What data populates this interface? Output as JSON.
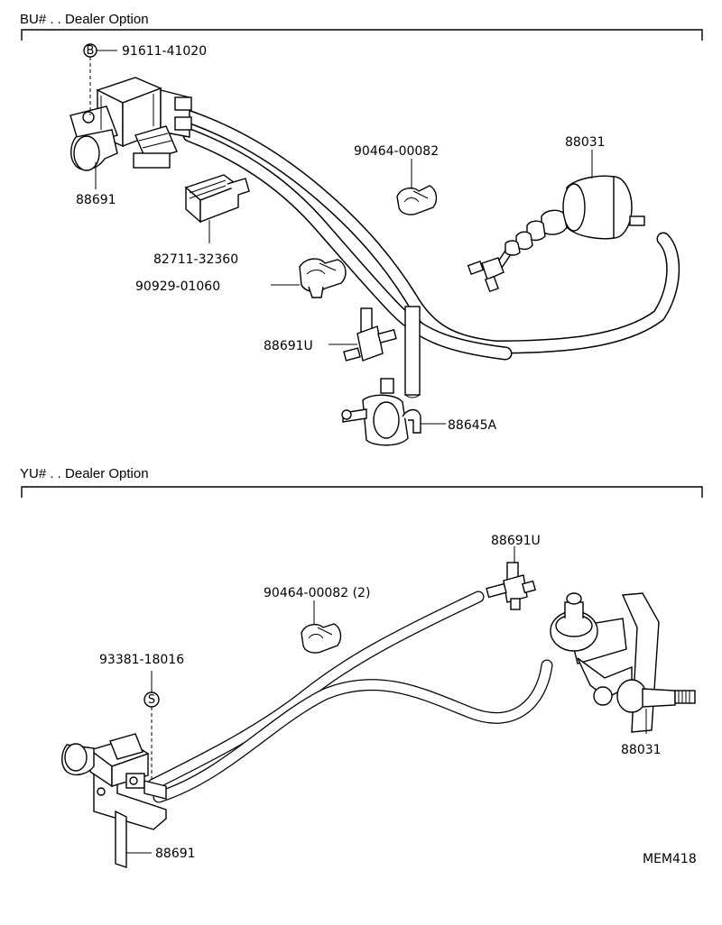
{
  "sections": {
    "bu": {
      "title": "BU# . . Dealer Option"
    },
    "yu": {
      "title": "YU# . . Dealer Option"
    }
  },
  "parts": {
    "bu_bolt": "91611-41020",
    "bu_bolt_symbol": "B",
    "bu_vsv": "88691",
    "bu_clamp_a": "90464-00082",
    "bu_actuator": "88031",
    "bu_connector": "82711-32360",
    "bu_clamp_b": "90929-01060",
    "bu_tee": "88691U",
    "bu_union": "88645A",
    "yu_tee": "88691U",
    "yu_clamp": "90464-00082 (2)",
    "yu_screw": "93381-18016",
    "yu_screw_symbol": "S",
    "yu_actuator": "88031",
    "yu_vsv": "88691"
  },
  "footer": {
    "code": "MEM418"
  }
}
